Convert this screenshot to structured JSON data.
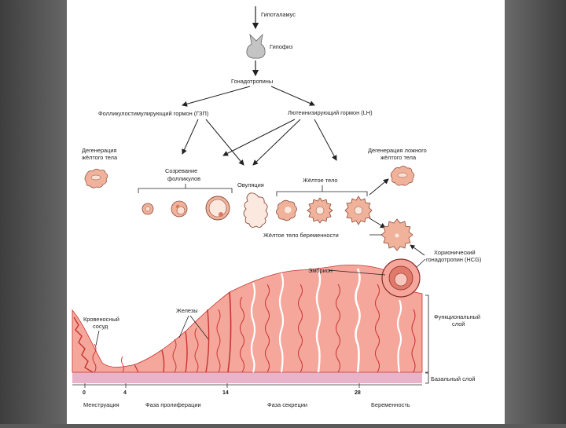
{
  "labels": {
    "hypothalamus": "Гипоталамус",
    "pituitary": "Гипофиз",
    "gonadotropins": "Гонадотропины",
    "fsh": "Фолликулостимулирующий гормон (ГЗП)",
    "lh": "Лютеинизирующий гормон (LH)",
    "cl_degeneration": [
      "Дегенерация",
      "жёлтого тела"
    ],
    "false_cl_degeneration": [
      "Дегенерация ложного",
      "жёлтого тела"
    ],
    "follicle_maturation": [
      "Созревание",
      "фолликулов"
    ],
    "ovulation": "Овуляция",
    "corpus_luteum": "Жёлтое тело",
    "cl_pregnancy": "Жёлтое тело беременности",
    "hcg": [
      "Хорионический",
      "гонадотропин (HCG)"
    ],
    "embryo": "Эмбрион",
    "glands": "Железы",
    "blood_vessel": [
      "Кровеносный",
      "сосуд"
    ],
    "functional_layer": [
      "Функциональный",
      "слой"
    ],
    "basal_layer": "Базальный слой"
  },
  "axis": {
    "days": [
      "0",
      "4",
      "14",
      "28"
    ],
    "phases": [
      "Менструация",
      "Фаза пролиферации",
      "Фаза секреции",
      "Беременность"
    ]
  },
  "colors": {
    "tissue": "#f5a79c",
    "tissue_dark": "#c7342f",
    "basal": "#e9b3c9",
    "organ": "#c4c4c4",
    "structure": "#f0b29a"
  }
}
